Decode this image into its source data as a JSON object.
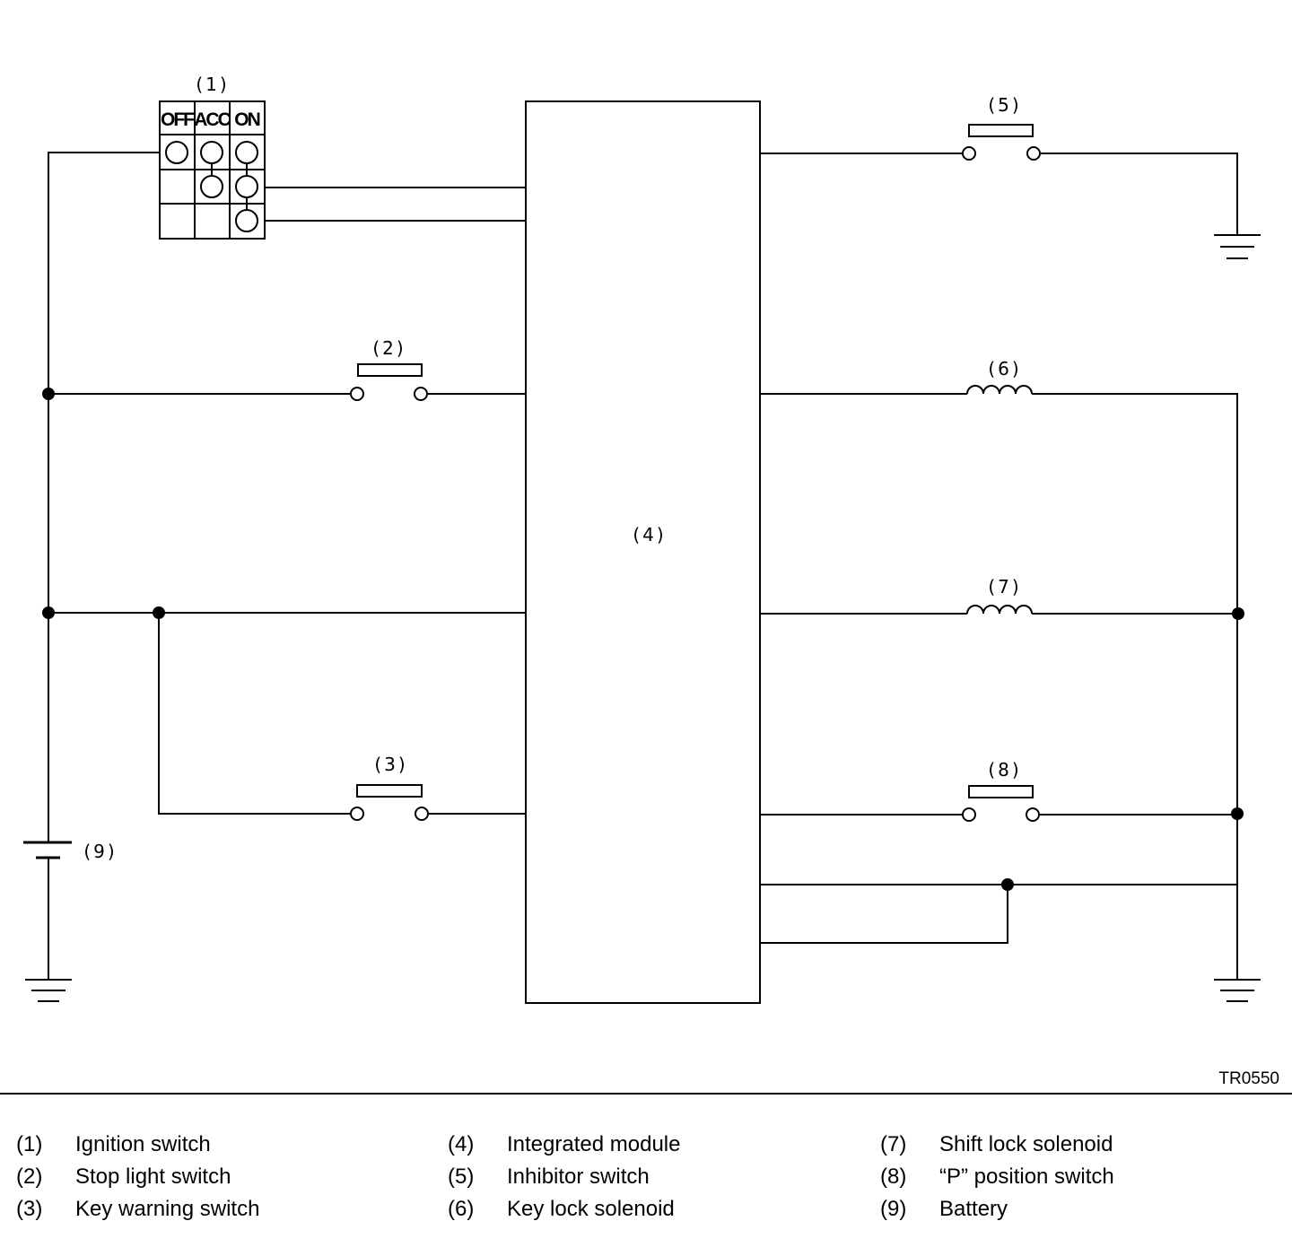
{
  "diagram": {
    "ref_code": "TR0550",
    "component_numbers": {
      "ignition_switch": "(1)",
      "stop_light_switch": "(2)",
      "key_warning_switch": "(3)",
      "integrated_module": "(4)",
      "inhibitor_switch": "(5)",
      "key_lock_solenoid": "(6)",
      "shift_lock_solenoid": "(7)",
      "p_position_switch": "(8)",
      "battery": "(9)"
    },
    "ignition_positions": [
      "OFF",
      "ACC",
      "ON"
    ]
  },
  "legend": {
    "columns": [
      [
        {
          "num": "(1)",
          "text": "Ignition switch"
        },
        {
          "num": "(2)",
          "text": "Stop light switch"
        },
        {
          "num": "(3)",
          "text": "Key warning switch"
        }
      ],
      [
        {
          "num": "(4)",
          "text": "Integrated module"
        },
        {
          "num": "(5)",
          "text": "Inhibitor switch"
        },
        {
          "num": "(6)",
          "text": "Key lock solenoid"
        }
      ],
      [
        {
          "num": "(7)",
          "text": "Shift lock solenoid"
        },
        {
          "num": "(8)",
          "text": "“P” position switch"
        },
        {
          "num": "(9)",
          "text": "Battery"
        }
      ]
    ]
  }
}
